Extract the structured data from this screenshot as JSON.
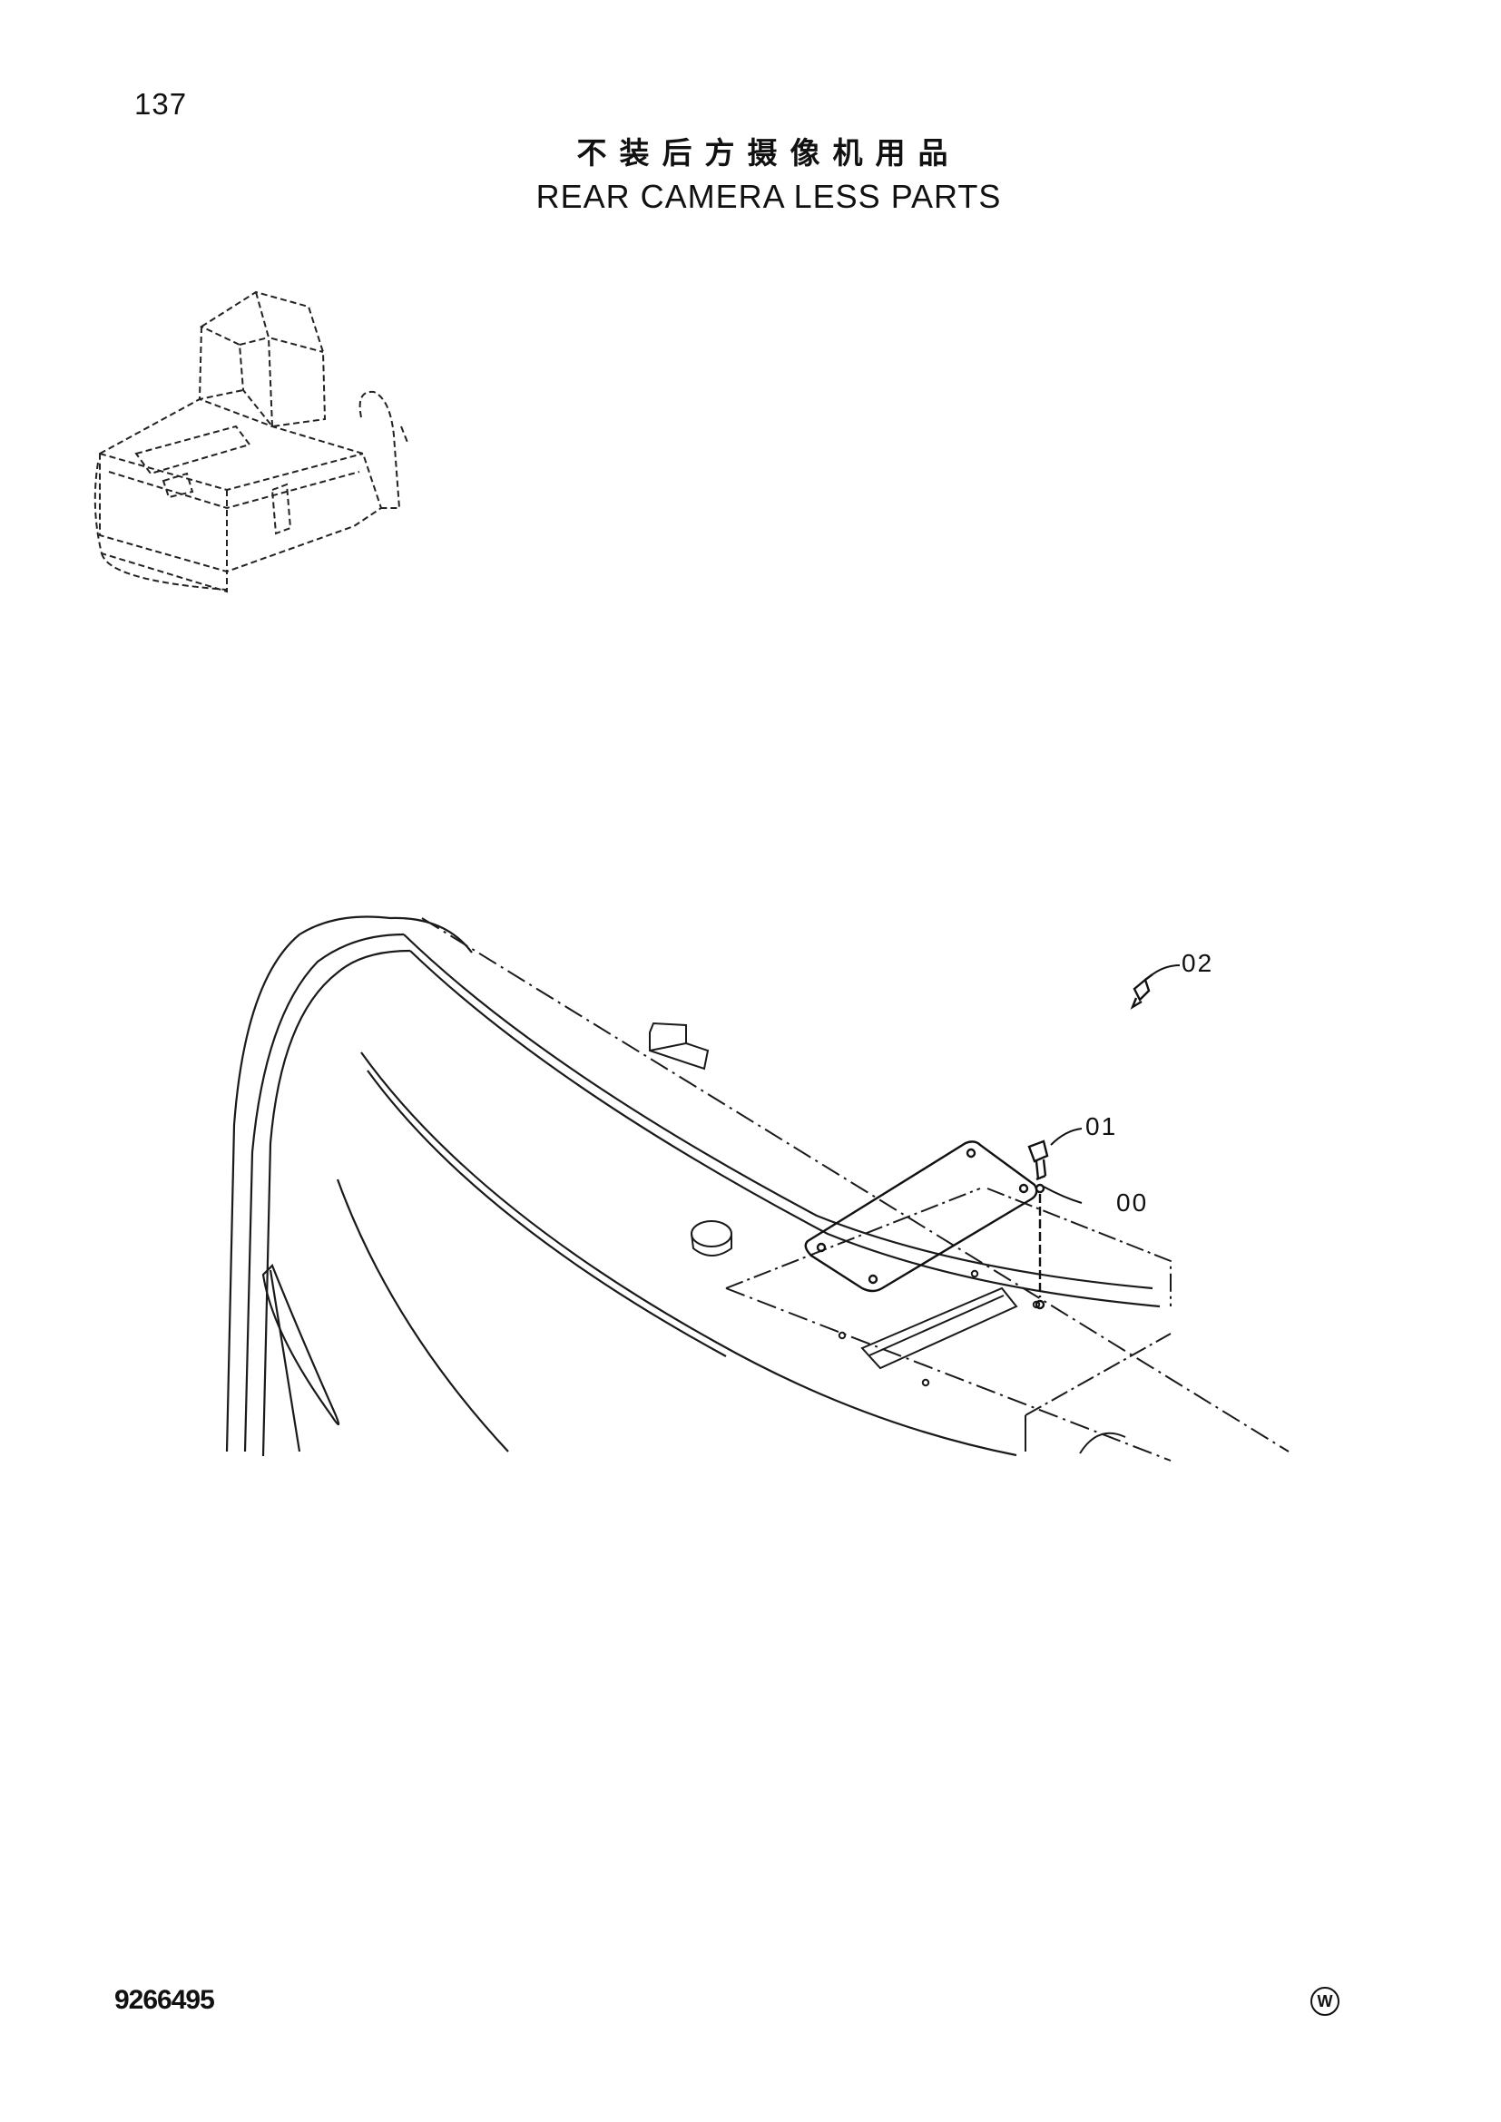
{
  "page": {
    "number": "137",
    "title_zh": "不装后方摄像机用品",
    "title_en": "REAR CAMERA LESS PARTS",
    "doc_number": "9266495",
    "mark": "W"
  },
  "callouts": [
    {
      "label": "02"
    },
    {
      "label": "01"
    },
    {
      "label": "00"
    }
  ],
  "icons": {
    "overview": "excavator-overview-icon",
    "cover_plate": "cover-plate-icon",
    "bolt": "bolt-icon",
    "grease_fitting": "grease-fitting-icon"
  }
}
